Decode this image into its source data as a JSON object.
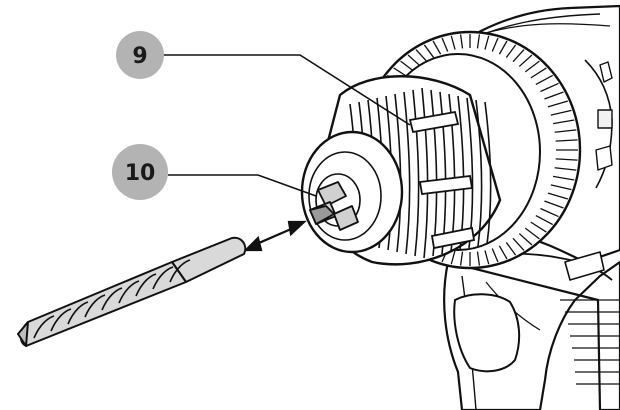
{
  "callouts": [
    {
      "id": "9",
      "label": "9",
      "part": "chuck-sleeve"
    },
    {
      "id": "10",
      "label": "10",
      "part": "chuck-jaws"
    }
  ],
  "colors": {
    "callout_fill": "#b3b3b3",
    "line": "#111111",
    "bit_fill": "#d9d9d9",
    "housing_fill": "#ffffff"
  },
  "icons": [
    "double-arrow-icon"
  ]
}
